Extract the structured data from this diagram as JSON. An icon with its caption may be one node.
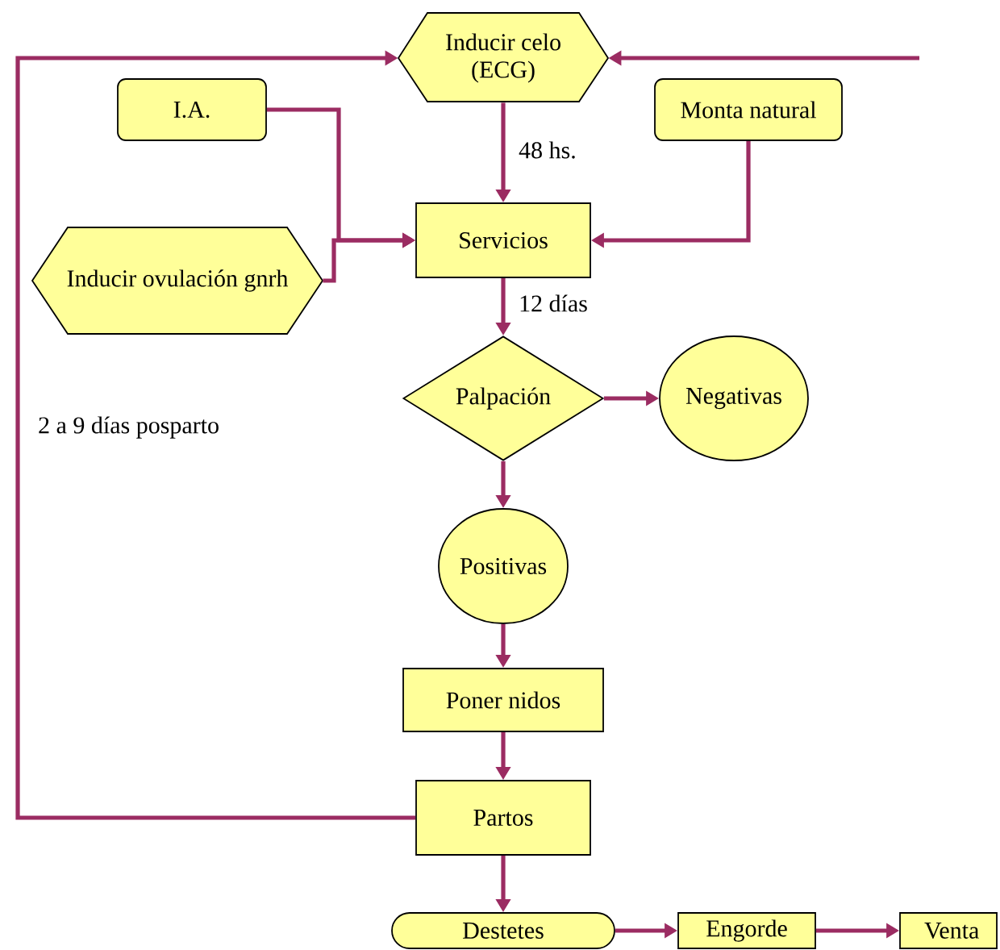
{
  "diagram": {
    "nodes": [
      {
        "text": [
          "Inducir celo (ECG)"
        ]
      },
      {
        "text": [
          "I.A."
        ]
      },
      {
        "text": [
          "Monta natural"
        ]
      },
      {
        "text": [
          "Inducir ovulación gnrh"
        ]
      },
      {
        "text": [
          "Servicios"
        ]
      },
      {
        "text": [
          "Palpación"
        ]
      },
      {
        "text": [
          "Negativas"
        ]
      },
      {
        "text": [
          "Positivas"
        ]
      },
      {
        "text": [
          "Poner nidos"
        ]
      },
      {
        "text": [
          "Partos"
        ]
      },
      {
        "text": [
          "Destetes"
        ]
      },
      {
        "text": [
          "Engorde"
        ]
      },
      {
        "text": [
          "Venta"
        ]
      }
    ],
    "edges": [
      {
        "from": 9,
        "to": 0,
        "arrow": "to",
        "label": "2 a 9 días posparto"
      },
      {
        "from": null,
        "to": 0,
        "arrow": "to"
      },
      {
        "from": 0,
        "to": 4,
        "arrow": "to",
        "label": "48 hs."
      },
      {
        "from": 1,
        "to": 4,
        "arrow": "to"
      },
      {
        "from": 3,
        "to": 4,
        "arrow": "to"
      },
      {
        "from": 2,
        "to": 4,
        "arrow": "to"
      },
      {
        "from": 4,
        "to": 5,
        "arrow": "to",
        "label": "12 días"
      },
      {
        "from": 5,
        "to": 6,
        "arrow": "to"
      },
      {
        "from": 5,
        "to": 7,
        "arrow": "to"
      },
      {
        "from": 7,
        "to": 8,
        "arrow": "to"
      },
      {
        "from": 8,
        "to": 9,
        "arrow": "to"
      },
      {
        "from": 9,
        "to": 10,
        "arrow": "to"
      },
      {
        "from": 10,
        "to": 11,
        "arrow": "to"
      },
      {
        "from": 11,
        "to": 12,
        "arrow": "to"
      }
    ]
  }
}
